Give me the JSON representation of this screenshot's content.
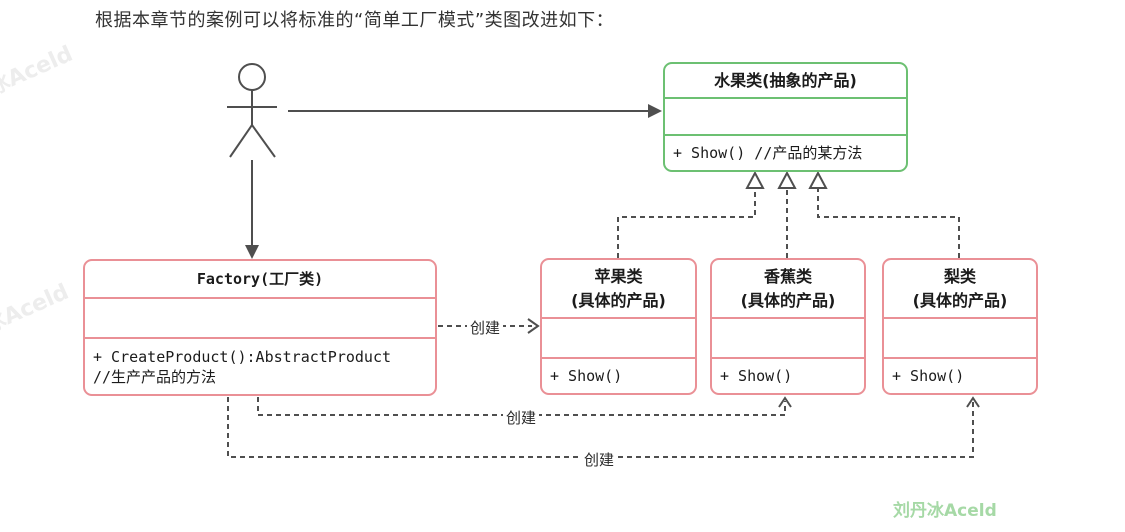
{
  "page": {
    "title": "根据本章节的案例可以将标准的“简单工厂模式”类图改进如下："
  },
  "diagram": {
    "classes": {
      "fruit": {
        "title": "水果类(抽象的产品)",
        "method": "+ Show() //产品的某方法"
      },
      "factory": {
        "title": "Factory(工厂类)",
        "method_line1": "+ CreateProduct():AbstractProduct",
        "method_line2": "//生产产品的方法"
      },
      "apple": {
        "title_line1": "苹果类",
        "title_line2": "(具体的产品)",
        "method": "+ Show()"
      },
      "banana": {
        "title_line1": "香蕉类",
        "title_line2": "(具体的产品)",
        "method": "+ Show()"
      },
      "pear": {
        "title_line1": "梨类",
        "title_line2": "(具体的产品)",
        "method": "+ Show()"
      }
    },
    "edge_labels": {
      "factory_to_apple": "创建",
      "factory_to_banana": "创建",
      "factory_to_pear": "创建"
    },
    "colors": {
      "abstract_border": "#6cc072",
      "concrete_border": "#ea9096",
      "connector": "#4f4f4f",
      "signature_green": "#a6d9a6"
    }
  },
  "watermarks": {
    "signature": "刘丹冰Aceld",
    "diagonal": "刘丹冰Aceld"
  }
}
